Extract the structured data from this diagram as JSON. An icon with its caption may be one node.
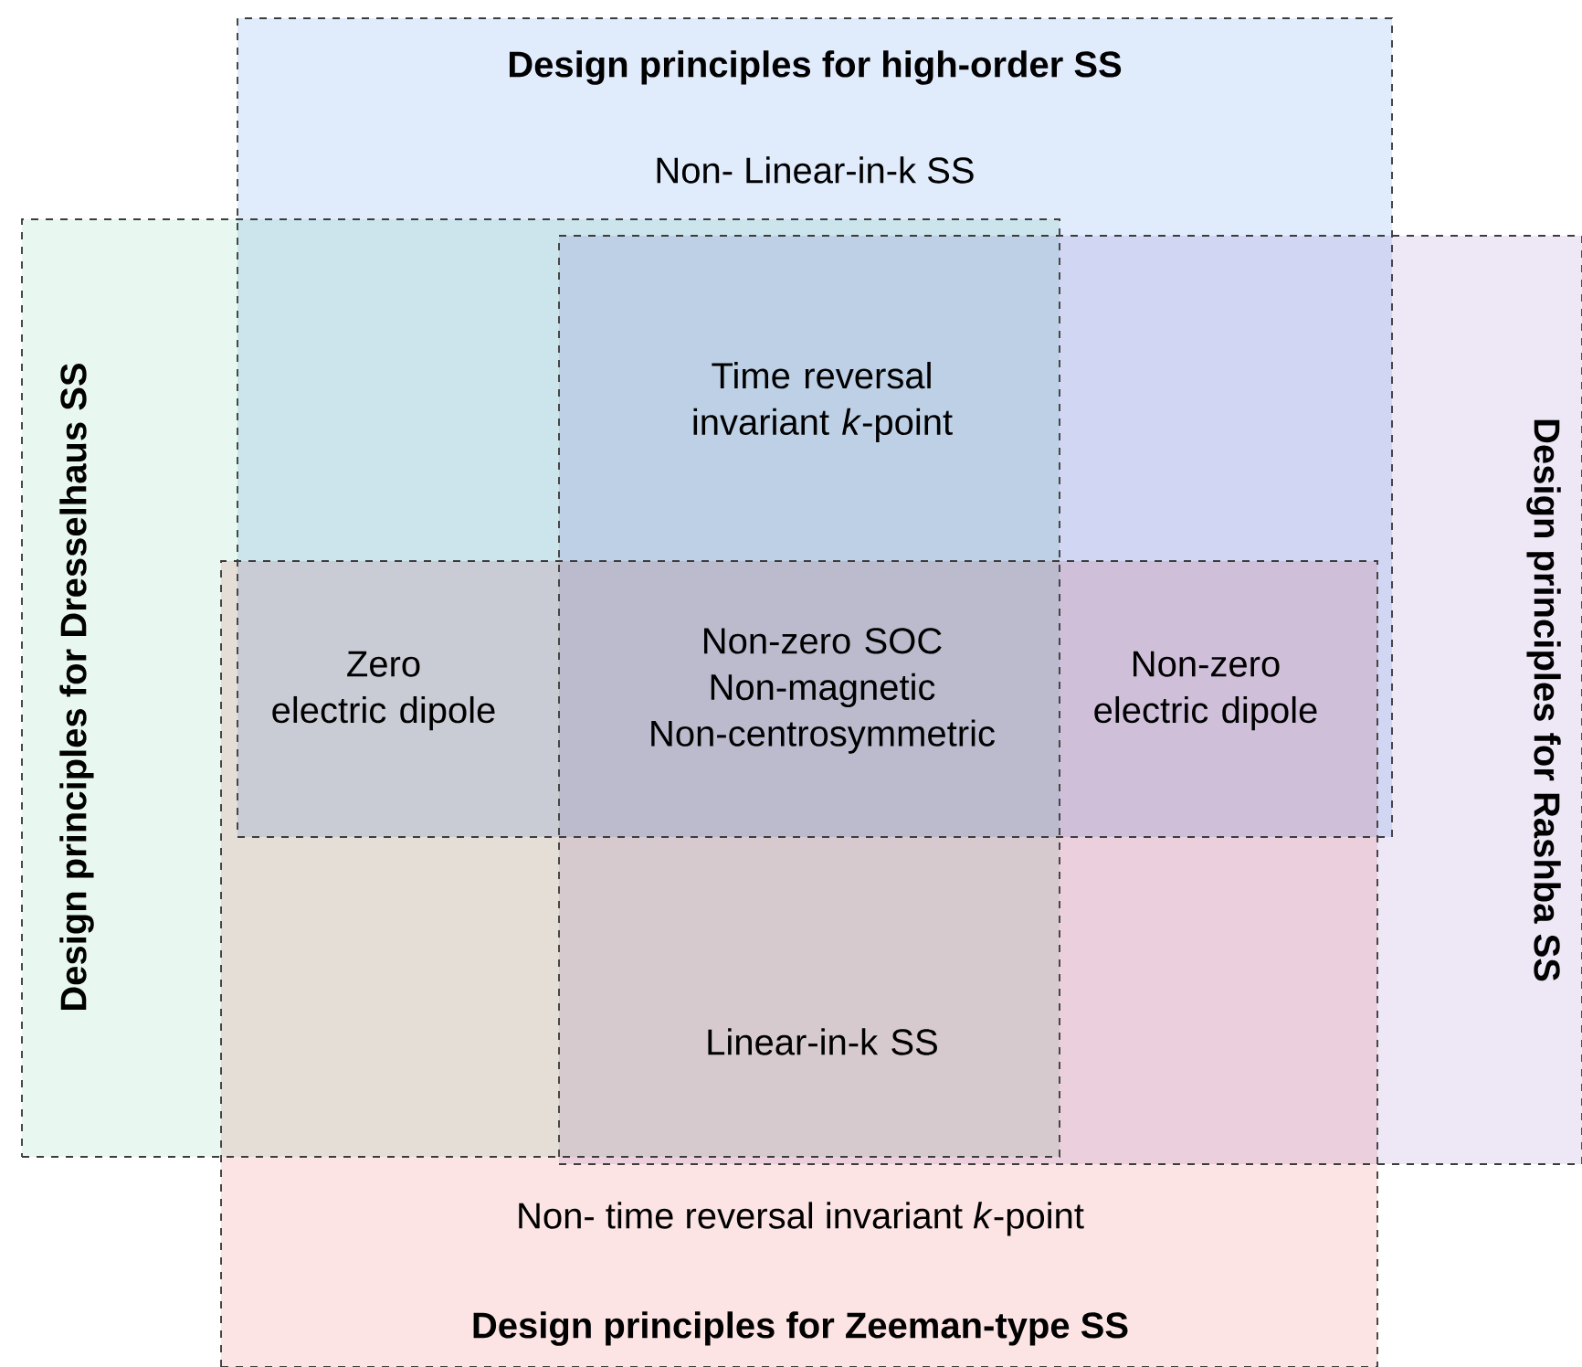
{
  "diagram": {
    "nodes": [
      {
        "text": [
          "Design principles for high-order SS",
          "Non- Linear-in-k SS"
        ]
      },
      {
        "text": [
          "Design principles for Dresselhaus SS"
        ]
      },
      {
        "text": [
          "Design principles for Rashba SS"
        ]
      },
      {
        "text": [
          "Non- time reversal invariant *k*-point",
          "Design principles for Zeeman-type SS"
        ]
      }
    ],
    "labels": [
      "Time reversal invariant *k*-point",
      "Zero electric dipole",
      "Non-zero SOC Non-magnetic Non-centrosymmetric",
      "Non-zero electric dipole",
      "Linear-in-k SS"
    ]
  }
}
